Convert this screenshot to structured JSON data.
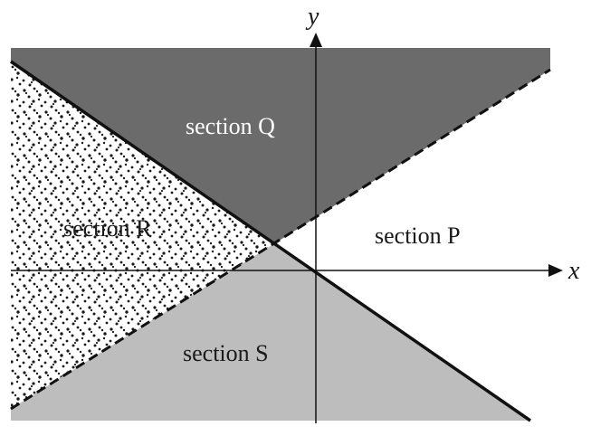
{
  "axes": {
    "x_label": "x",
    "y_label": "y"
  },
  "regions": {
    "P": {
      "label": "section P",
      "fill": "#ffffff"
    },
    "Q": {
      "label": "section Q",
      "fill": "#6b6b6b"
    },
    "R": {
      "label": "section R",
      "fill": "#ffffff",
      "pattern": "dots"
    },
    "S": {
      "label": "section S",
      "fill": "#bdbdbd"
    }
  },
  "lines": {
    "solid": {
      "style": "solid",
      "color": "#111111"
    },
    "dashed": {
      "style": "dashed",
      "color": "#111111"
    }
  },
  "colors": {
    "axis": "#111111",
    "dot": "#1a1a1a"
  }
}
